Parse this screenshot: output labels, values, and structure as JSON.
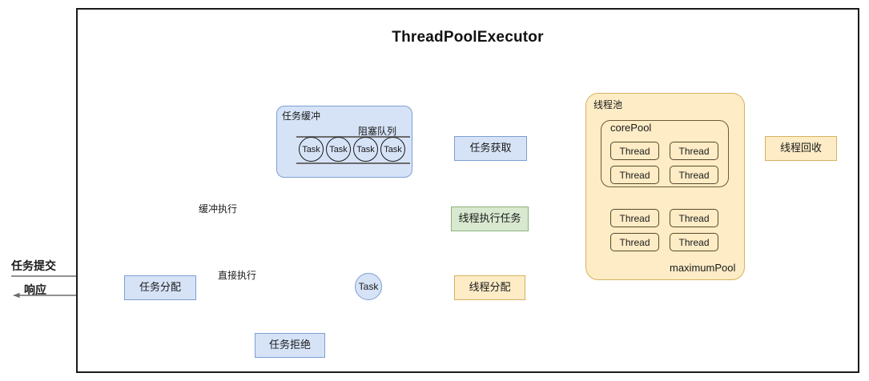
{
  "diagram": {
    "title": "ThreadPoolExecutor",
    "type": "flow-diagram",
    "colors": {
      "blue_fill": "#d6e3f7",
      "blue_stroke": "#7d9fd3",
      "green_fill": "#d8e9d0",
      "green_stroke": "#8ab07a",
      "amber_fill": "#fdecc6",
      "amber_stroke": "#d6b25e",
      "edge": "#6b6b6b",
      "frame": "#1a1a1a"
    }
  },
  "task_buffer": {
    "label": "任务缓冲",
    "queue_label": "阻塞队列",
    "tasks": [
      "Task",
      "Task",
      "Task",
      "Task"
    ]
  },
  "thread_pool": {
    "label": "线程池",
    "core_pool_label": "corePool",
    "maximum_pool_label": "maximumPool",
    "core_threads": [
      "Thread",
      "Thread",
      "Thread",
      "Thread"
    ],
    "extra_threads": [
      "Thread",
      "Thread",
      "Thread",
      "Thread"
    ]
  },
  "nodes": {
    "task_assign": "任务分配",
    "task_reject": "任务拒绝",
    "task_fetch": "任务获取",
    "thread_exec": "线程执行任务",
    "thread_assign": "线程分配",
    "thread_recycle": "线程回收",
    "task_circle": "Task"
  },
  "edge_labels": {
    "submit": "任务提交",
    "respond": "响应",
    "buffered_exec": "缓冲执行",
    "direct_exec": "直接执行"
  }
}
